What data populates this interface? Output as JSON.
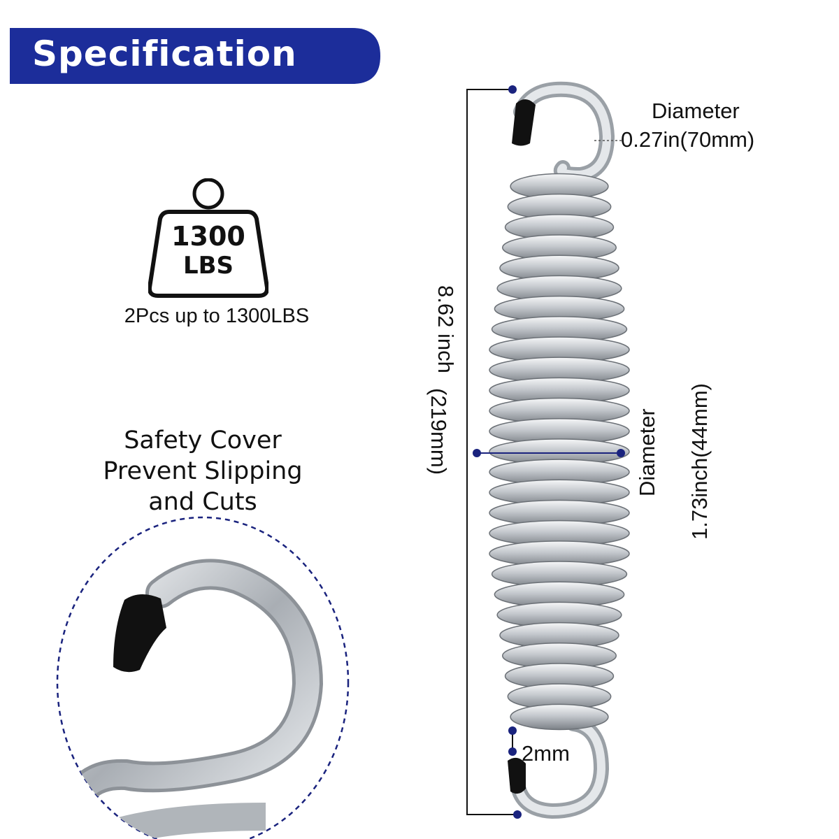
{
  "banner": {
    "title": "Specification",
    "color": "#1c2d9a"
  },
  "weight_badge": {
    "line1": "1300",
    "line2": "LBS"
  },
  "capacity_caption": "2Pcs up to 1300LBS",
  "safety_caption": {
    "line1": "Safety Cover",
    "line2": "Prevent Slipping",
    "line3": "and Cuts"
  },
  "dimensions": {
    "hook_diameter_title": "Diameter",
    "hook_diameter_value": "0.27in(70mm)",
    "length_line1": "8.62 inch",
    "length_line2": "(219mm)",
    "coil_diameter_title": "Diameter",
    "coil_diameter_value": "1.73inch(44mm)",
    "gap_value": "2mm"
  },
  "colors": {
    "dimension_dot": "#1a237e",
    "cover": "#111111",
    "steel": "#b7bcc2"
  }
}
